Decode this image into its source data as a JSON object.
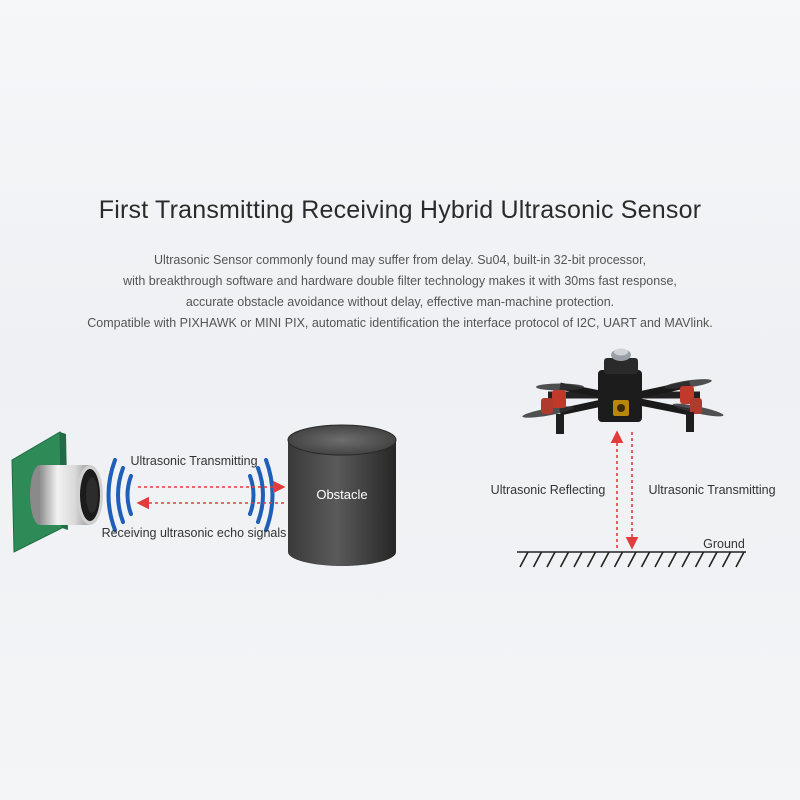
{
  "header": {
    "title": "First Transmitting Receiving Hybrid Ultrasonic Sensor",
    "description_lines": [
      "Ultrasonic Sensor commonly found may suffer from delay. Su04, built-in 32-bit processor,",
      "with breakthrough software and hardware double filter technology makes it with 30ms fast response,",
      "accurate obstacle avoidance without delay, effective man-machine protection.",
      "Compatible with PIXHAWK or MINI PIX, automatic identification the interface protocol of I2C, UART and MAVlink."
    ]
  },
  "left_diagram": {
    "transmit_label": "Ultrasonic Transmitting",
    "echo_label": "Receiving ultrasonic echo signals",
    "obstacle_label": "Obstacle"
  },
  "right_diagram": {
    "reflect_label": "Ultrasonic Reflecting",
    "transmit_label": "Ultrasonic Transmitting",
    "ground_label": "Ground"
  },
  "colors": {
    "arrow_red": "#e23b3b",
    "wave_blue": "#1f5fb8",
    "pcb_green": "#2e8b57",
    "obstacle_dark": "#2f2f2f"
  }
}
